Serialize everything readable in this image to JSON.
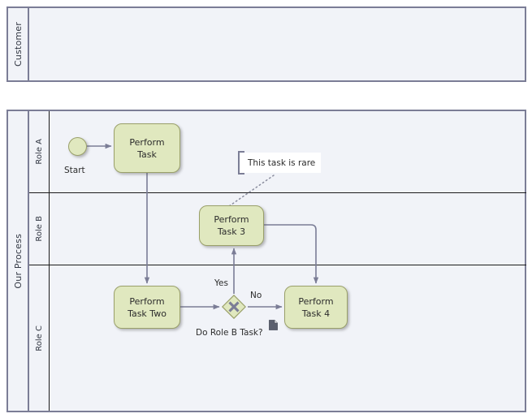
{
  "diagram": {
    "type": "bpmn-process-diagram",
    "colors": {
      "pool_border": "#7b7d96",
      "pool_fill": "#f1f3f8",
      "task_fill": "#e0e8bf",
      "task_border": "#9aa06a",
      "connector": "#7b7d96",
      "lane_divider": "#1c1c1c",
      "annotation_fill": "#ffffff",
      "doc_marker": "#5a5f6e",
      "text": "#2c2c2c"
    }
  },
  "pools": [
    {
      "id": "customer",
      "label": "Customer",
      "lanes": []
    },
    {
      "id": "our-process",
      "label": "Our Process",
      "lanes": [
        {
          "id": "role-a",
          "label": "Role A"
        },
        {
          "id": "role-b",
          "label": "Role B"
        },
        {
          "id": "role-c",
          "label": "Role C"
        }
      ]
    }
  ],
  "nodes": {
    "start_event": {
      "label": "Start",
      "type": "start-event"
    },
    "task_1": {
      "label_line1": "Perform",
      "label_line2": "Task",
      "type": "task"
    },
    "task_2": {
      "label_line1": "Perform",
      "label_line2": "Task Two",
      "type": "task"
    },
    "task_3": {
      "label_line1": "Perform",
      "label_line2": "Task 3",
      "type": "task"
    },
    "task_4": {
      "label_line1": "Perform",
      "label_line2": "Task 4",
      "type": "task"
    },
    "gateway": {
      "label": "Do Role B Task?",
      "type": "exclusive-gateway"
    }
  },
  "flow_labels": {
    "yes": "Yes",
    "no": "No"
  },
  "annotations": [
    {
      "id": "rare-note",
      "text": "This task is rare"
    }
  ],
  "markers": {
    "document_icon": "document-icon"
  }
}
